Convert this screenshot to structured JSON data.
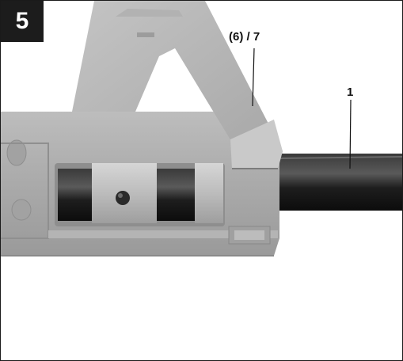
{
  "figure": {
    "number": "5",
    "callouts": [
      {
        "text": "(6) / 7"
      },
      {
        "text": "1"
      }
    ]
  }
}
